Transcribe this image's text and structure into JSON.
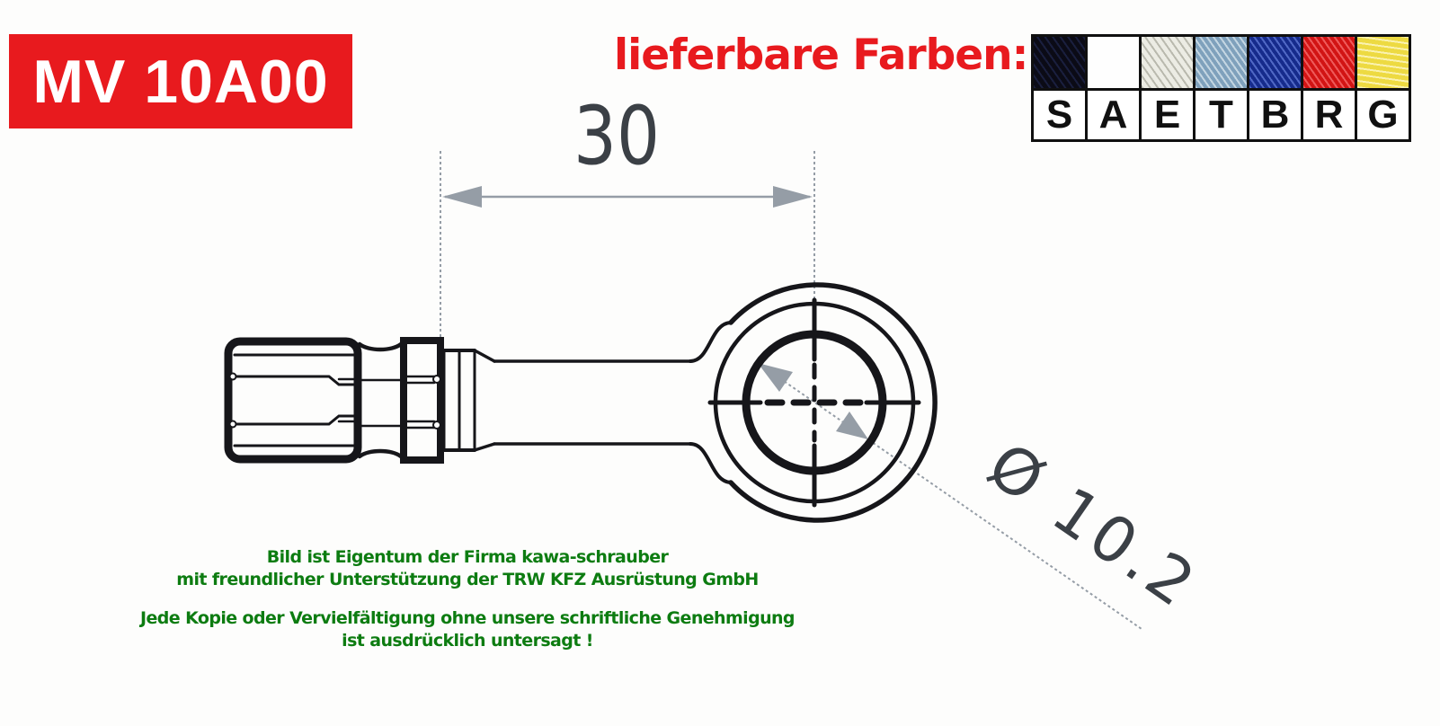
{
  "page": {
    "background": "#fdfdfc"
  },
  "part_label": {
    "text": "MV 10A00",
    "bg_color": "#e81a1e",
    "text_color": "#ffffff"
  },
  "colors_section": {
    "title": "lieferbare Farben:",
    "title_color": "#e81a1e",
    "items": [
      {
        "code": "S",
        "swatch_hex": "#0b0b16"
      },
      {
        "code": "A",
        "swatch_hex": "#fefefe"
      },
      {
        "code": "E",
        "swatch_hex": "#ecece4"
      },
      {
        "code": "T",
        "swatch_hex": "#93b5cb"
      },
      {
        "code": "B",
        "swatch_hex": "#1f3eb5"
      },
      {
        "code": "R",
        "swatch_hex": "#e81a1a"
      },
      {
        "code": "G",
        "swatch_hex": "#f4e351"
      }
    ]
  },
  "drawing": {
    "length_dimension_label": "30",
    "bore_diameter_label": "Ø 10.2",
    "line_color": "#16161a",
    "dimension_color": "#959da6",
    "dimension_text_color": "#3b4046"
  },
  "copyright": {
    "text_color": "#0d7c11",
    "lines": [
      "Bild ist Eigentum der Firma kawa-schrauber",
      "mit freundlicher Unterstützung der TRW KFZ Ausrüstung GmbH",
      "",
      "Jede Kopie oder Vervielfältigung ohne unsere schriftliche Genehmigung",
      "ist ausdrücklich untersagt !"
    ]
  }
}
